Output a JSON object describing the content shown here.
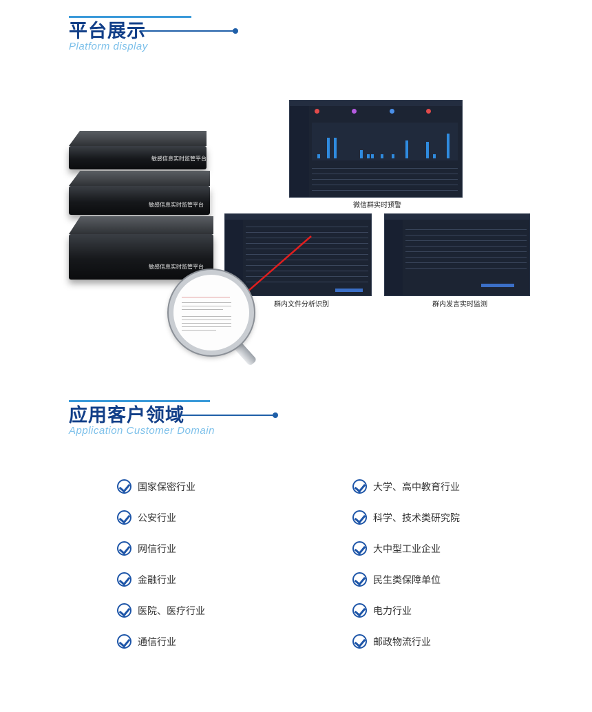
{
  "platform": {
    "title": "平台展示",
    "subtitle": "Platform display"
  },
  "servers": {
    "label": "敏感信息实时监管平台"
  },
  "screens": {
    "wechat_alert_caption": "微信群实时预警",
    "file_analysis_caption": "群内文件分析识别",
    "speech_monitor_caption": "群内发言实时监测"
  },
  "domain": {
    "title": "应用客户领域",
    "subtitle": "Application Customer Domain",
    "left_items": [
      "国家保密行业",
      "公安行业",
      "网信行业",
      "金融行业",
      "医院、医疗行业",
      "通信行业"
    ],
    "right_items": [
      "大学、高中教育行业",
      "科学、技术类研究院",
      "大中型工业企业",
      "民生类保障单位",
      "电力行业",
      "邮政物流行业"
    ]
  },
  "colors": {
    "title": "#123f88",
    "subtitle": "#7cc0ea",
    "check": "#1d55a8",
    "chart_bar": "#2f8bdf"
  }
}
